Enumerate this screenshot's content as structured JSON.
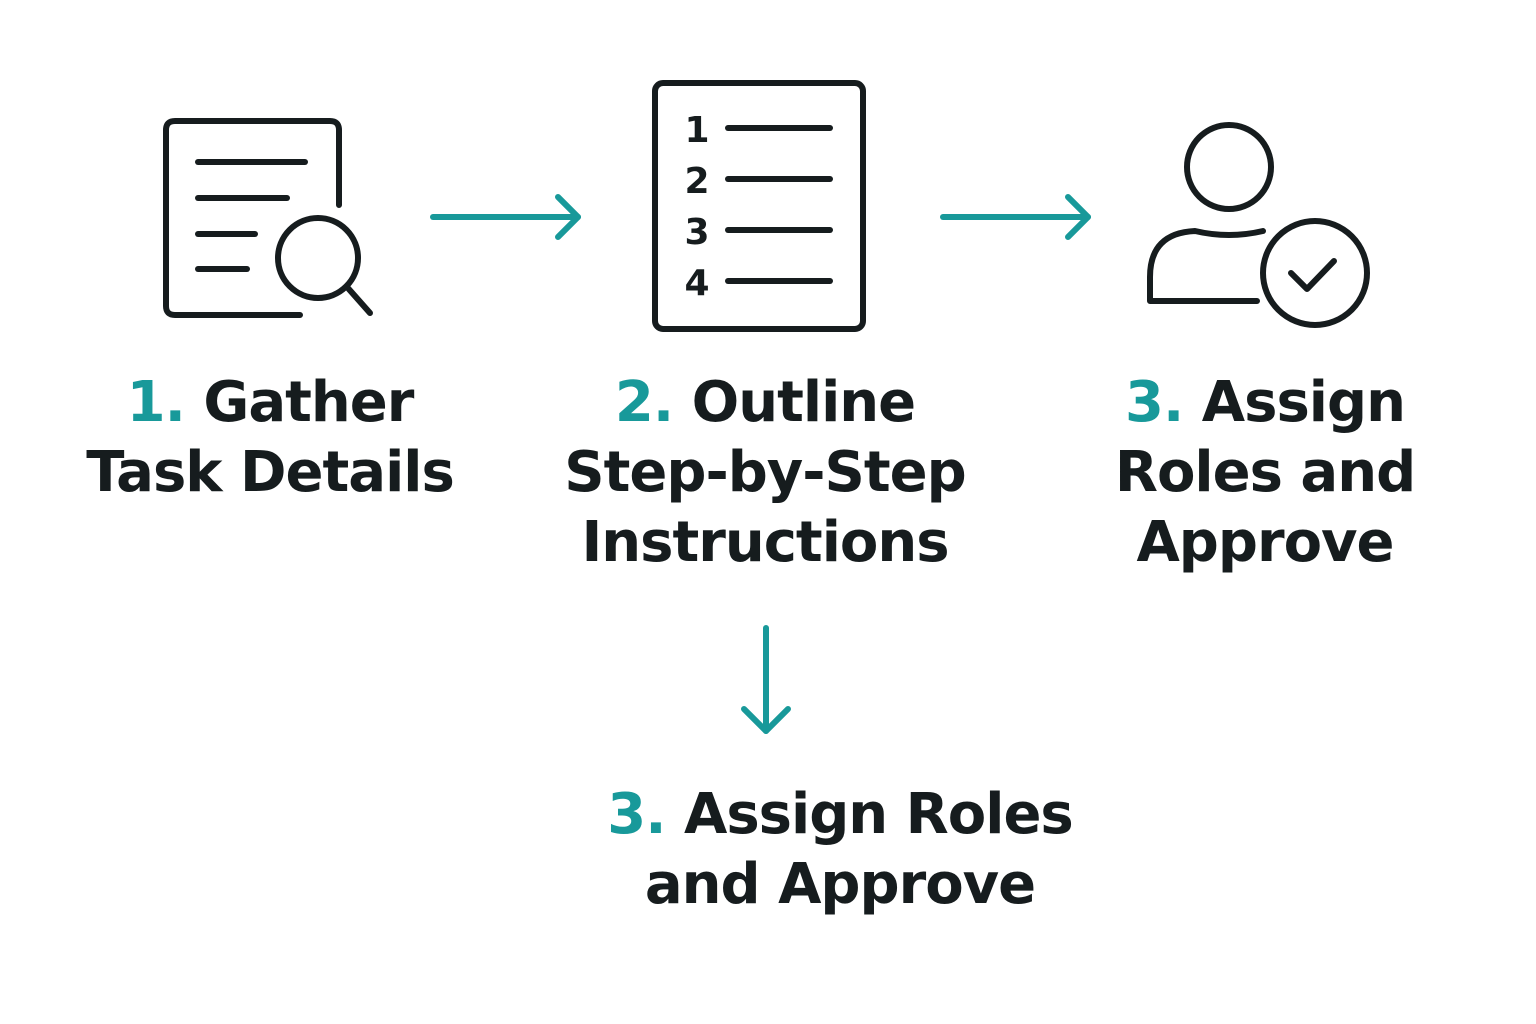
{
  "colors": {
    "accent": "#18999a",
    "text": "#161c1e",
    "icon_stroke": "#161c1e",
    "background": "#ffffff"
  },
  "steps": [
    {
      "number": "1.",
      "title_first": "Gather",
      "lines": [
        "Task Details"
      ],
      "icon": "document-search-icon"
    },
    {
      "number": "2.",
      "title_first": "Outline",
      "lines": [
        "Step-by-Step",
        "Instructions"
      ],
      "icon": "numbered-list-icon",
      "list_numbers": [
        "1",
        "2",
        "3",
        "4"
      ]
    },
    {
      "number": "3.",
      "title_first": "Assign",
      "lines": [
        "Roles and",
        "Approve"
      ],
      "icon": "user-check-icon"
    },
    {
      "number": "3.",
      "title_first": "Assign Roles",
      "lines": [
        "and Approve"
      ]
    }
  ],
  "connectors": [
    {
      "from": "step-1",
      "to": "step-2",
      "direction": "right"
    },
    {
      "from": "step-2",
      "to": "step-3",
      "direction": "right"
    },
    {
      "from": "step-2",
      "to": "step-4",
      "direction": "down"
    }
  ]
}
